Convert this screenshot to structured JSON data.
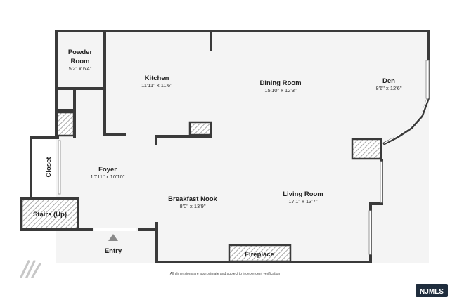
{
  "rooms": {
    "powder": {
      "name": "Powder Room",
      "line1": "Powder",
      "line2": "Room",
      "dims": "5'2\" x 6'4\""
    },
    "kitchen": {
      "name": "Kitchen",
      "dims": "11'11\" x 11'6\""
    },
    "dining": {
      "name": "Dining Room",
      "dims": "15'10\" x 12'3\""
    },
    "den": {
      "name": "Den",
      "dims": "8'6\" x 12'6\""
    },
    "foyer": {
      "name": "Foyer",
      "dims": "10'11\" x 10'10\""
    },
    "closet": {
      "name": "Closet"
    },
    "breakfast": {
      "name": "Breakfast Nook",
      "dims": "8'0\" x 13'9\""
    },
    "living": {
      "name": "Living Room",
      "dims": "17'1\" x 13'7\""
    },
    "stairs": {
      "name": "Stairs (Up)"
    },
    "fireplace": {
      "name": "Fireplace"
    }
  },
  "entry": {
    "label": "Entry"
  },
  "disclaimer": "All dimensions are approximate and subject to independent verification",
  "brand": {
    "badge": "NJMLS",
    "badge_color": "#1f2d3d"
  },
  "colors": {
    "wall": "#3a3a3a",
    "floor": "#f4f4f4",
    "hatch": "#a9a9a9"
  }
}
